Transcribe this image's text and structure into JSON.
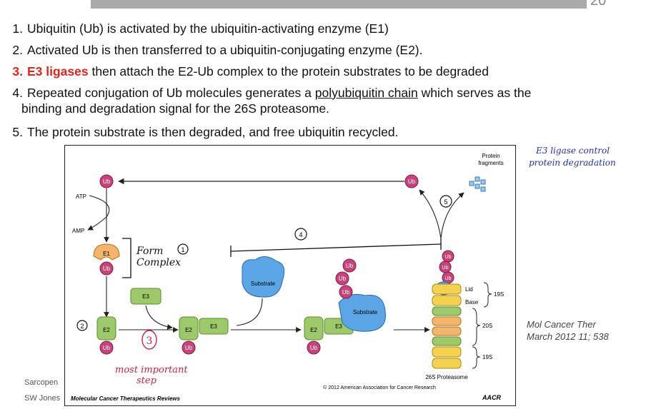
{
  "slide": {
    "page_number": "20",
    "points": [
      {
        "num": "1.",
        "text": "Ubiquitin (Ub) is activated by the ubiquitin-activating enzyme (E1)"
      },
      {
        "num": "2.",
        "text": "Activated Ub is then transferred to a ubiquitin-conjugating enzyme (E2)."
      },
      {
        "num": "3.",
        "highlight": "E3 ligases",
        "text": " then attach the E2-Ub complex to the protein substrates to be degraded"
      },
      {
        "num": "4.",
        "text_before": "Repeated conjugation of Ub molecules generates a ",
        "underlined": "polyubiquitin chain",
        "text_after": " which serves as the",
        "line2": "binding and degradation signal for the 26S proteasome."
      },
      {
        "num": "5.",
        "text": "The protein substrate is then degraded, and free ubiquitin recycled."
      }
    ],
    "citation": {
      "line1": "Mol Cancer Ther",
      "line2": "March 2012 11; 538"
    },
    "footer_left": {
      "line1": "Sarcopen",
      "line2": "SW Jones"
    },
    "annotation_right": {
      "line1": "E3 ligase control",
      "line2": "protein degradation"
    }
  },
  "figure": {
    "journal": "Molecular Cancer Therapeutics Reviews",
    "copyright": "© 2012 American Association for Cancer Research",
    "logo": "AACR",
    "labels": {
      "atp": "ATP",
      "amp": "AMP",
      "ub": "Ub",
      "e1": "E1",
      "e2": "E2",
      "e3": "E3",
      "substrate": "Substrate",
      "protein_fragments_1": "Protein",
      "protein_fragments_2": "fragments",
      "lid": "Lid",
      "base": "Base",
      "s19_top": "19S",
      "s20": "20S",
      "s19_bottom": "19S",
      "proteasome": "26S Proteasome"
    },
    "handwriting": {
      "form1": "Form",
      "form2": "Complex",
      "most1": "most important",
      "most2": "step",
      "c1": "1",
      "c2": "2",
      "c3": "3",
      "c4": "4",
      "c5": "5"
    }
  },
  "colors": {
    "highlight": "#e0261b",
    "ub": "#c8437a",
    "e1": "#f2b56b",
    "e2": "#9dc96b",
    "substrate": "#5aa6e6",
    "handwriting_red": "#cc2244",
    "handwriting_black": "#111111",
    "handwriting_blue": "#2233aa"
  }
}
